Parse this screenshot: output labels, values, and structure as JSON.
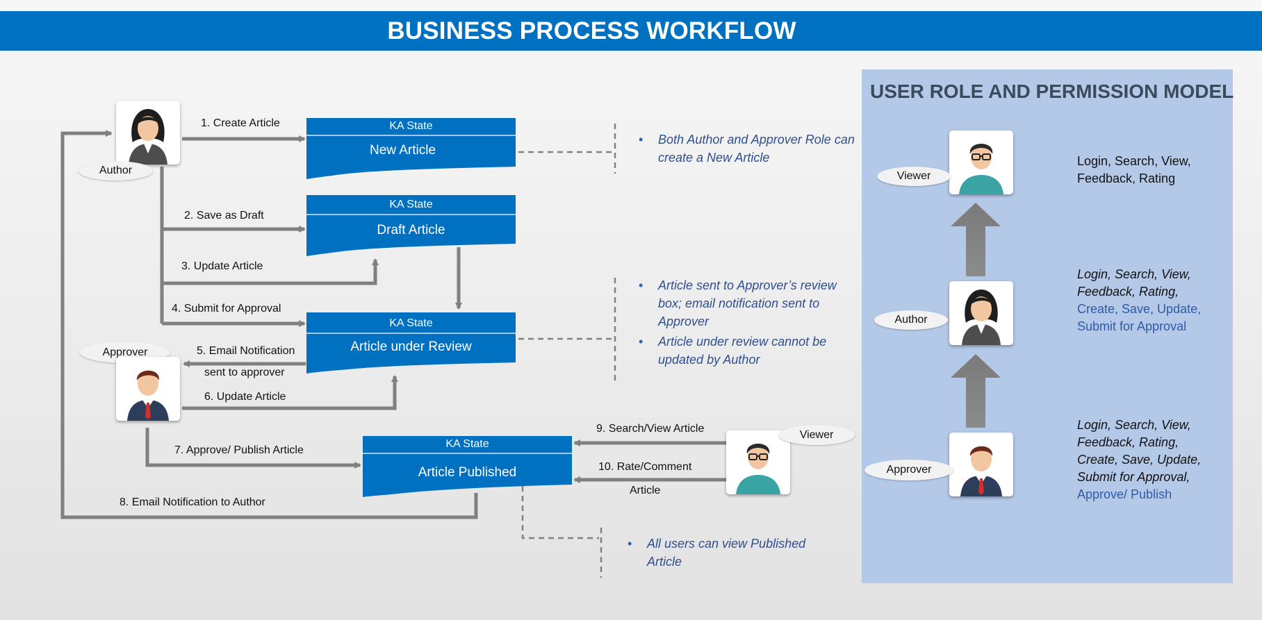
{
  "header": {
    "title": "BUSINESS PROCESS WORKFLOW"
  },
  "states": {
    "new": {
      "head": "KA State",
      "name": "New Article"
    },
    "draft": {
      "head": "KA State",
      "name": "Draft Article"
    },
    "review": {
      "head": "KA State",
      "name": "Article under Review"
    },
    "published": {
      "head": "KA State",
      "name": "Article Published"
    }
  },
  "roles": {
    "author": "Author",
    "approver": "Approver",
    "viewer": "Viewer"
  },
  "steps": {
    "s1": "1. Create Article",
    "s2": "2. Save as Draft",
    "s3": "3. Update Article",
    "s4": "4. Submit for Approval",
    "s5a": "5. Email Notification",
    "s5b": "sent to approver",
    "s6": "6. Update Article",
    "s7": "7. Approve/ Publish Article",
    "s8": "8. Email Notification to Author",
    "s9": "9. Search/View Article",
    "s10a": "10. Rate/Comment",
    "s10b": "Article"
  },
  "notes": {
    "new": [
      "Both Author and Approver Role can create a New Article"
    ],
    "review": [
      "Article sent to Approver’s review box; email notification sent to Approver",
      "Article under review cannot be updated by Author"
    ],
    "published": [
      "All users can view Published Article"
    ]
  },
  "permission_model": {
    "title": "USER ROLE AND PERMISSION MODEL",
    "viewer": {
      "role": "Viewer",
      "line1": "Login, Search, View,",
      "line2": "Feedback, Rating"
    },
    "author": {
      "role": "Author",
      "line1": "Login, Search, View,",
      "line2": "Feedback, Rating,",
      "line3": "Create, Save, Update,",
      "line4": "Submit for Approval"
    },
    "approver": {
      "role": "Approver",
      "line1": "Login, Search, View,",
      "line2": "Feedback, Rating,",
      "line3": "Create, Save, Update,",
      "line4": "Submit for Approval,",
      "line5": "Approve/ Publish"
    }
  },
  "colors": {
    "banner": "#0070c0",
    "state_box": "#0070c0",
    "connector": "#808080",
    "panel": "#b4c8e8",
    "note_text": "#2f4f8f"
  },
  "icons": [
    "female-author-icon",
    "male-approver-icon",
    "male-viewer-with-glasses-icon",
    "arrow-up-icon"
  ]
}
